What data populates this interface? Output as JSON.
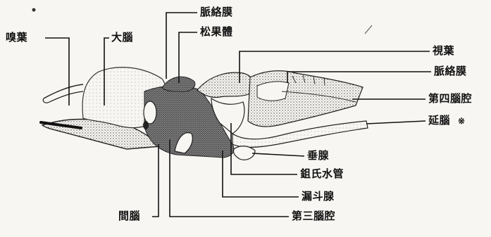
{
  "diagram": {
    "labels": {
      "olfactory_lobe": "嗅葉",
      "cerebrum": "大腦",
      "choroid_plexus_top": "脈絡膜",
      "pineal_body": "松果體",
      "optic_lobe": "視葉",
      "choroid_plexus_right": "脈絡膜",
      "fourth_ventricle": "第四腦腔",
      "medulla": "延腦",
      "medulla_mark": "※",
      "pituitary": "垂腺",
      "aqueduct": "鉏氏水管",
      "infundibulum": "漏斗腺",
      "diencephalon": "間腦",
      "third_ventricle": "第三腦腔"
    },
    "colors": {
      "ink": "#111111",
      "stipple": "#3a3a3a",
      "paper": "#f7f6f3"
    }
  }
}
